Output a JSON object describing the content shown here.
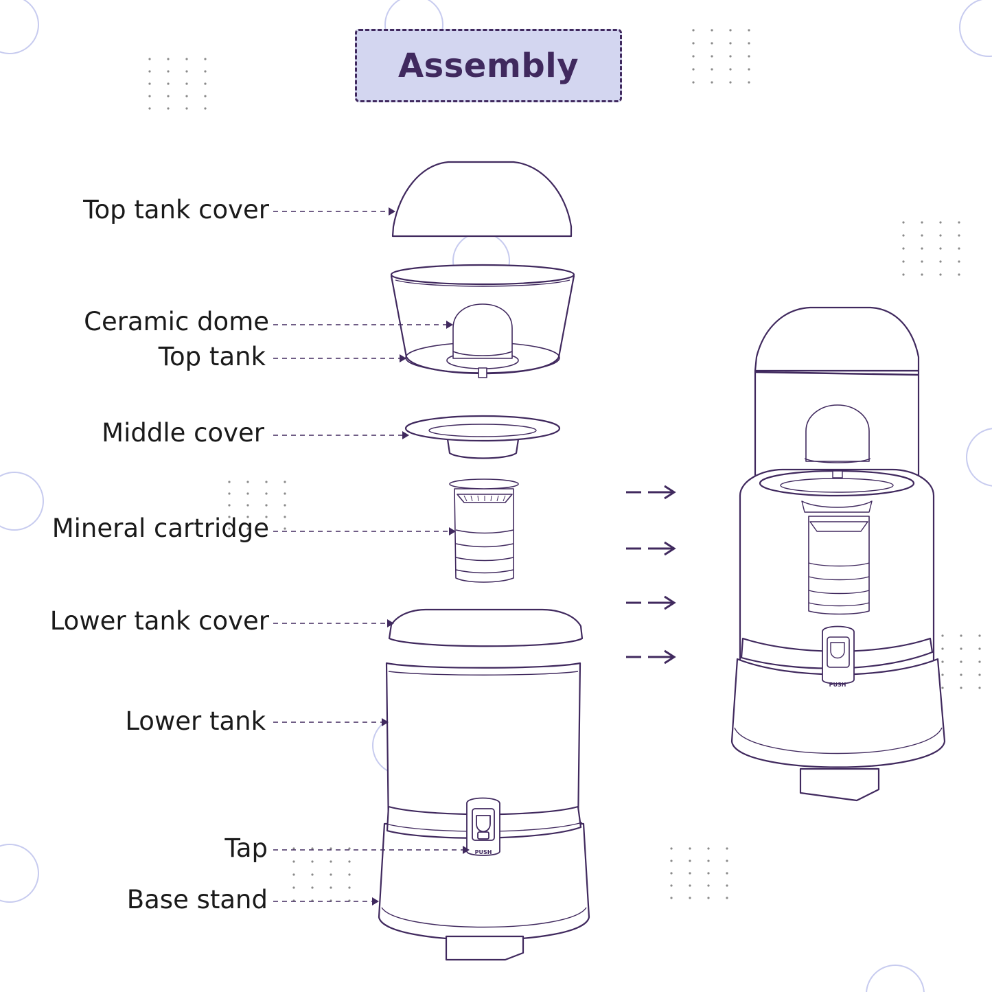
{
  "title": "Assembly",
  "tap_text": "PUSH",
  "colors": {
    "outline": "#40295e",
    "accent": "#40295e",
    "title_bg": "#d3d6f0",
    "decor_circle": "#c7cbef",
    "dots": "#8a8a8a"
  },
  "labels": [
    {
      "key": "top-tank-cover",
      "text": "Top tank cover"
    },
    {
      "key": "ceramic-dome",
      "text": "Ceramic dome"
    },
    {
      "key": "top-tank",
      "text": "Top tank"
    },
    {
      "key": "middle-cover",
      "text": "Middle cover"
    },
    {
      "key": "mineral-cartridge",
      "text": "Mineral cartridge"
    },
    {
      "key": "lower-tank-cover",
      "text": "Lower tank cover"
    },
    {
      "key": "lower-tank",
      "text": "Lower tank"
    },
    {
      "key": "tap",
      "text": "Tap"
    },
    {
      "key": "base-stand",
      "text": "Base stand"
    }
  ]
}
